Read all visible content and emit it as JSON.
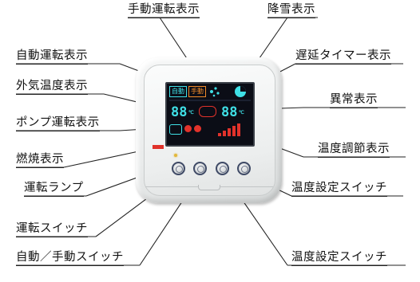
{
  "labels": {
    "manual_display": "手動運転表示",
    "snow_display": "降雪表示",
    "auto_display": "自動運転表示",
    "delay_timer_display": "遅延タイマー表示",
    "outdoor_temp_display": "外気温度表示",
    "error_display": "異常表示",
    "pump_display": "ポンプ運転表示",
    "temp_adjust_display": "温度調節表示",
    "combustion_display": "燃焼表示",
    "run_lamp": "運転ランプ",
    "temp_set_switch_1": "温度設定スイッチ",
    "run_switch": "運転スイッチ",
    "auto_manual_switch": "自動／手動スイッチ",
    "temp_set_switch_2": "温度設定スイッチ"
  },
  "lcd": {
    "auto_text": "自動",
    "manual_text": "手動",
    "left_temp": "88",
    "right_temp": "88",
    "left_unit": "℃",
    "right_unit": "℃"
  },
  "colors": {
    "lcd_cyan": "#3fe0e6",
    "lcd_orange": "#f08a2a",
    "lcd_red": "#e2322b",
    "button_ring": "#3f4a66",
    "lamp": "#e2b83b"
  }
}
